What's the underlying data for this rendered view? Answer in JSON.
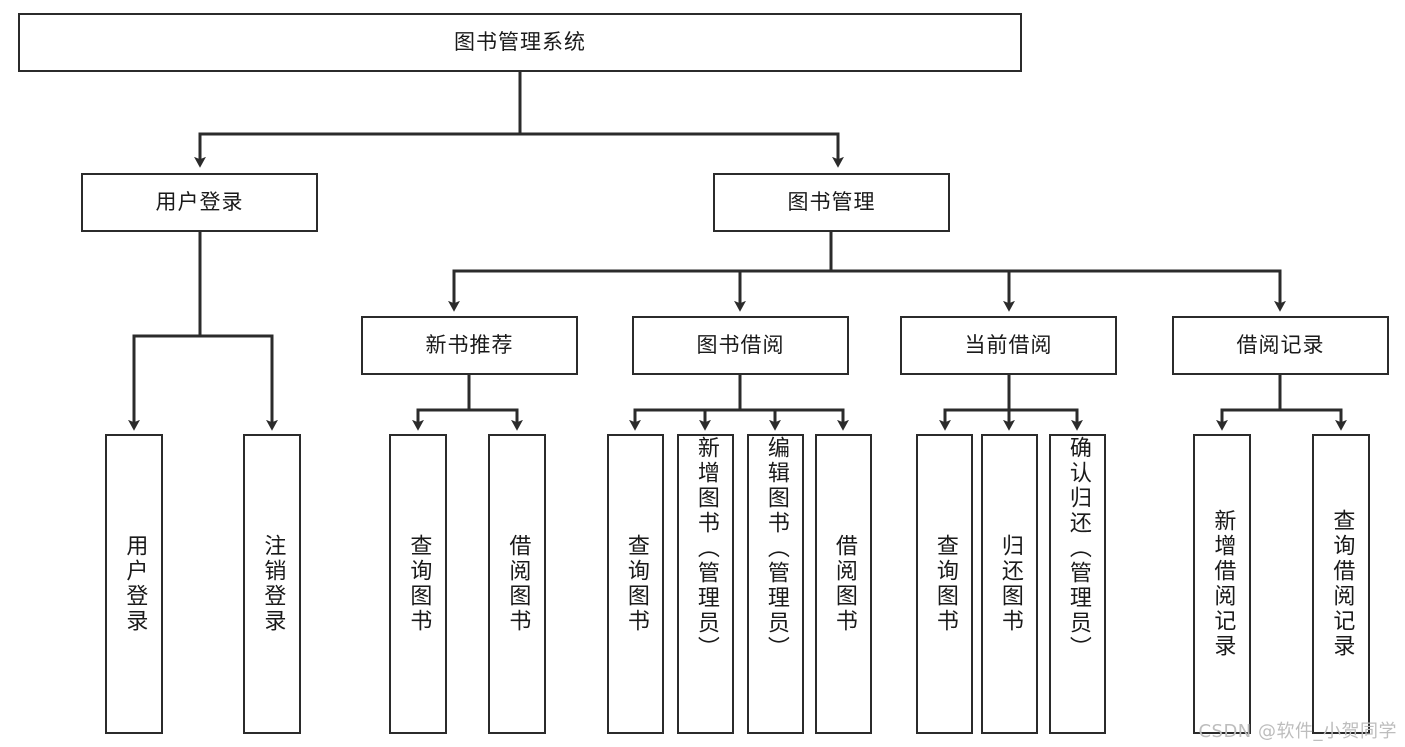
{
  "diagram": {
    "type": "tree-hierarchy",
    "title": "图书管理系统",
    "watermark": "CSDN @软件_小贺同学",
    "colors": {
      "box_border": "#2b2b2b",
      "box_fill": "#ffffff",
      "connector": "#2b2b2b",
      "text": "#1a1a1a",
      "watermark": "#bdbdbd",
      "background": "#ffffff"
    },
    "nodes": {
      "root": {
        "label": "图书管理系统",
        "level": 0
      },
      "level1": [
        {
          "id": "user-login",
          "label": "用户登录"
        },
        {
          "id": "book-management",
          "label": "图书管理"
        }
      ],
      "level2": [
        {
          "id": "new-book-recommend",
          "label": "新书推荐",
          "parent": "book-management"
        },
        {
          "id": "book-borrow",
          "label": "图书借阅",
          "parent": "book-management"
        },
        {
          "id": "current-borrow",
          "label": "当前借阅",
          "parent": "book-management"
        },
        {
          "id": "borrow-record",
          "label": "借阅记录",
          "parent": "book-management"
        }
      ],
      "leaves": {
        "user-login": [
          {
            "id": "leaf-user-login",
            "label": "用户登录"
          },
          {
            "id": "leaf-user-logout",
            "label": "注销登录"
          }
        ],
        "new-book-recommend": [
          {
            "id": "leaf-query-book-1",
            "label": "查询图书"
          },
          {
            "id": "leaf-borrow-book-1",
            "label": "借阅图书"
          }
        ],
        "book-borrow": [
          {
            "id": "leaf-query-book-2",
            "label": "查询图书"
          },
          {
            "id": "leaf-add-book",
            "label": "新增图书（管理员）"
          },
          {
            "id": "leaf-edit-book",
            "label": "编辑图书（管理员）"
          },
          {
            "id": "leaf-borrow-book-2",
            "label": "借阅图书"
          }
        ],
        "current-borrow": [
          {
            "id": "leaf-query-book-3",
            "label": "查询图书"
          },
          {
            "id": "leaf-return-book",
            "label": "归还图书"
          },
          {
            "id": "leaf-confirm-return",
            "label": "确认归还（管理员）"
          }
        ],
        "borrow-record": [
          {
            "id": "leaf-add-record",
            "label": "新增借阅记录"
          },
          {
            "id": "leaf-query-record",
            "label": "查询借阅记录"
          }
        ]
      }
    }
  }
}
